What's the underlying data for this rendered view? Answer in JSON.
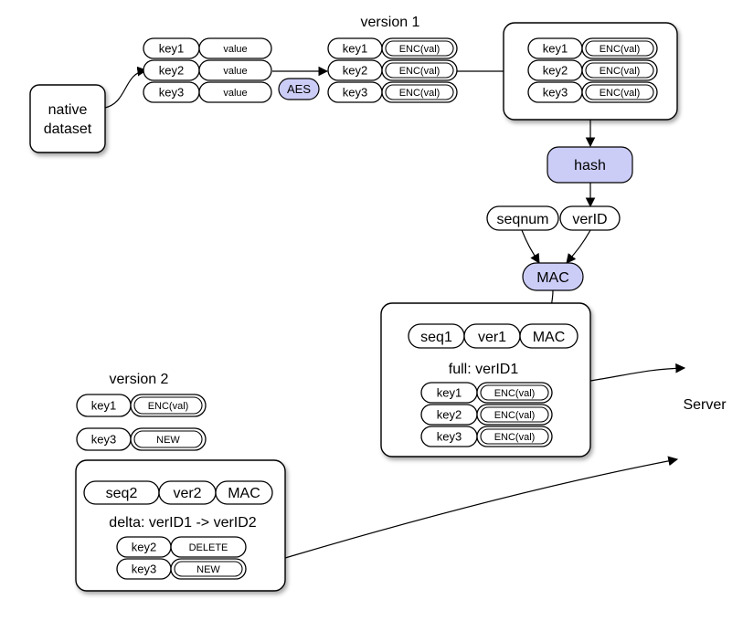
{
  "native_dataset": {
    "label_line1": "native",
    "label_line2": "dataset"
  },
  "plaintext_table": {
    "rows": [
      {
        "key": "key1",
        "value": "value"
      },
      {
        "key": "key2",
        "value": "value"
      },
      {
        "key": "key3",
        "value": "value"
      }
    ]
  },
  "aes_op": {
    "label": "AES"
  },
  "version1": {
    "title": "version 1",
    "rows": [
      {
        "key": "key1",
        "value": "ENC(val)"
      },
      {
        "key": "key2",
        "value": "ENC(val)"
      },
      {
        "key": "key3",
        "value": "ENC(val)"
      }
    ]
  },
  "bundle_v1": {
    "rows": [
      {
        "key": "key1",
        "value": "ENC(val)"
      },
      {
        "key": "key2",
        "value": "ENC(val)"
      },
      {
        "key": "key3",
        "value": "ENC(val)"
      }
    ]
  },
  "hash_op": {
    "label": "hash"
  },
  "seqnum": {
    "label": "seqnum"
  },
  "verid": {
    "label": "verID"
  },
  "mac_op": {
    "label": "MAC"
  },
  "full_snapshot": {
    "header": [
      "seq1",
      "ver1",
      "MAC"
    ],
    "title": "full: verID1",
    "rows": [
      {
        "key": "key1",
        "value": "ENC(val)"
      },
      {
        "key": "key2",
        "value": "ENC(val)"
      },
      {
        "key": "key3",
        "value": "ENC(val)"
      }
    ]
  },
  "server": {
    "label": "Server"
  },
  "version2": {
    "title": "version 2",
    "rows": [
      {
        "key": "key1",
        "value": "ENC(val)"
      },
      {
        "key": "key3",
        "value": "NEW"
      }
    ]
  },
  "delta_snapshot": {
    "header": [
      "seq2",
      "ver2",
      "MAC"
    ],
    "title": "delta: verID1 -> verID2",
    "rows": [
      {
        "key": "key2",
        "value": "DELETE",
        "double": false
      },
      {
        "key": "key3",
        "value": "NEW",
        "double": true
      }
    ]
  },
  "colors": {
    "operation_fill": "#cccdf7",
    "stroke": "#000000",
    "background": "#ffffff"
  }
}
